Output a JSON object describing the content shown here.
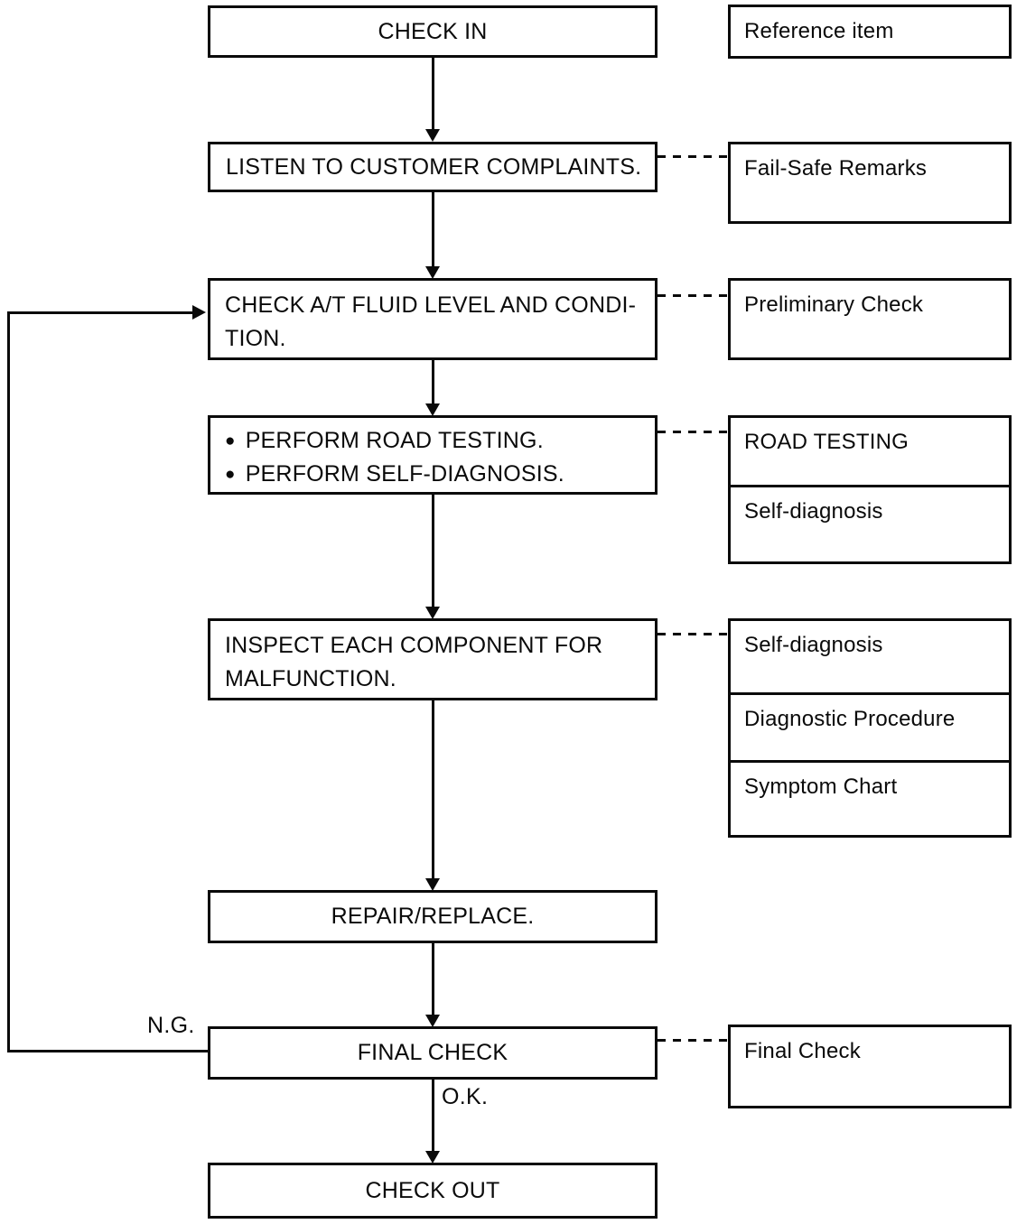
{
  "diagram": {
    "kind": "trouble-diagnosis-flowchart",
    "colors": {
      "ink": "#0a0a0a",
      "background": "#ffffff"
    },
    "flow": [
      {
        "label": "CHECK IN"
      },
      {
        "label": "LISTEN TO CUSTOMER COMPLAINTS."
      },
      {
        "line1": "CHECK A/T FLUID LEVEL AND CONDI-",
        "line2": "TION."
      },
      {
        "bullet1": "PERFORM ROAD TESTING.",
        "bullet2": "PERFORM SELF-DIAGNOSIS."
      },
      {
        "line1": "INSPECT EACH COMPONENT FOR",
        "line2": "MALFUNCTION."
      },
      {
        "label": "REPAIR/REPLACE."
      },
      {
        "label": "FINAL CHECK"
      },
      {
        "label": "CHECK OUT"
      }
    ],
    "references": [
      {
        "label": "Reference item"
      },
      {
        "label": "Fail-Safe Remarks"
      },
      {
        "label": "Preliminary Check"
      },
      {
        "label": "ROAD TESTING"
      },
      {
        "label": "Self-diagnosis"
      },
      {
        "label": "Self-diagnosis"
      },
      {
        "label": "Diagnostic Procedure"
      },
      {
        "label": "Symptom Chart"
      },
      {
        "label": "Final Check"
      }
    ],
    "edge_labels": {
      "ng": "N.G.",
      "ok": "O.K."
    },
    "icons": {
      "bullet": "●"
    }
  }
}
